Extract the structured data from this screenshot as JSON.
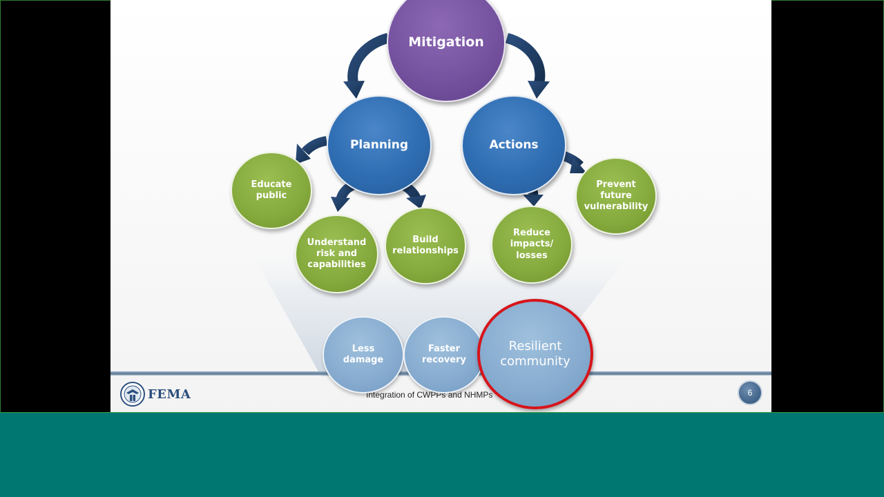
{
  "diagram": {
    "top": "Mitigation",
    "level2": [
      "Planning",
      "Actions"
    ],
    "planning_children": [
      "Educate\npublic",
      "Understand\nrisk and\ncapabilities",
      "Build\nrelationships"
    ],
    "actions_children": [
      "Reduce\nimpacts/\nlosses",
      "Prevent\nfuture\nvulnerability"
    ],
    "outcomes": [
      "Less\ndamage",
      "Faster\nrecovery",
      "Resilient\ncommunity"
    ]
  },
  "footer": {
    "logo_text": "FEMA",
    "text": "Integration of CWPPs and NHMPs",
    "page_number": "6"
  },
  "colors": {
    "purple": "#7653a0",
    "blue": "#2f6db2",
    "green": "#84a93c",
    "pale_blue": "#86abcf",
    "highlight_red": "#d7141b",
    "arrow_navy": "#1f3b63",
    "player_bar": "#007871"
  }
}
